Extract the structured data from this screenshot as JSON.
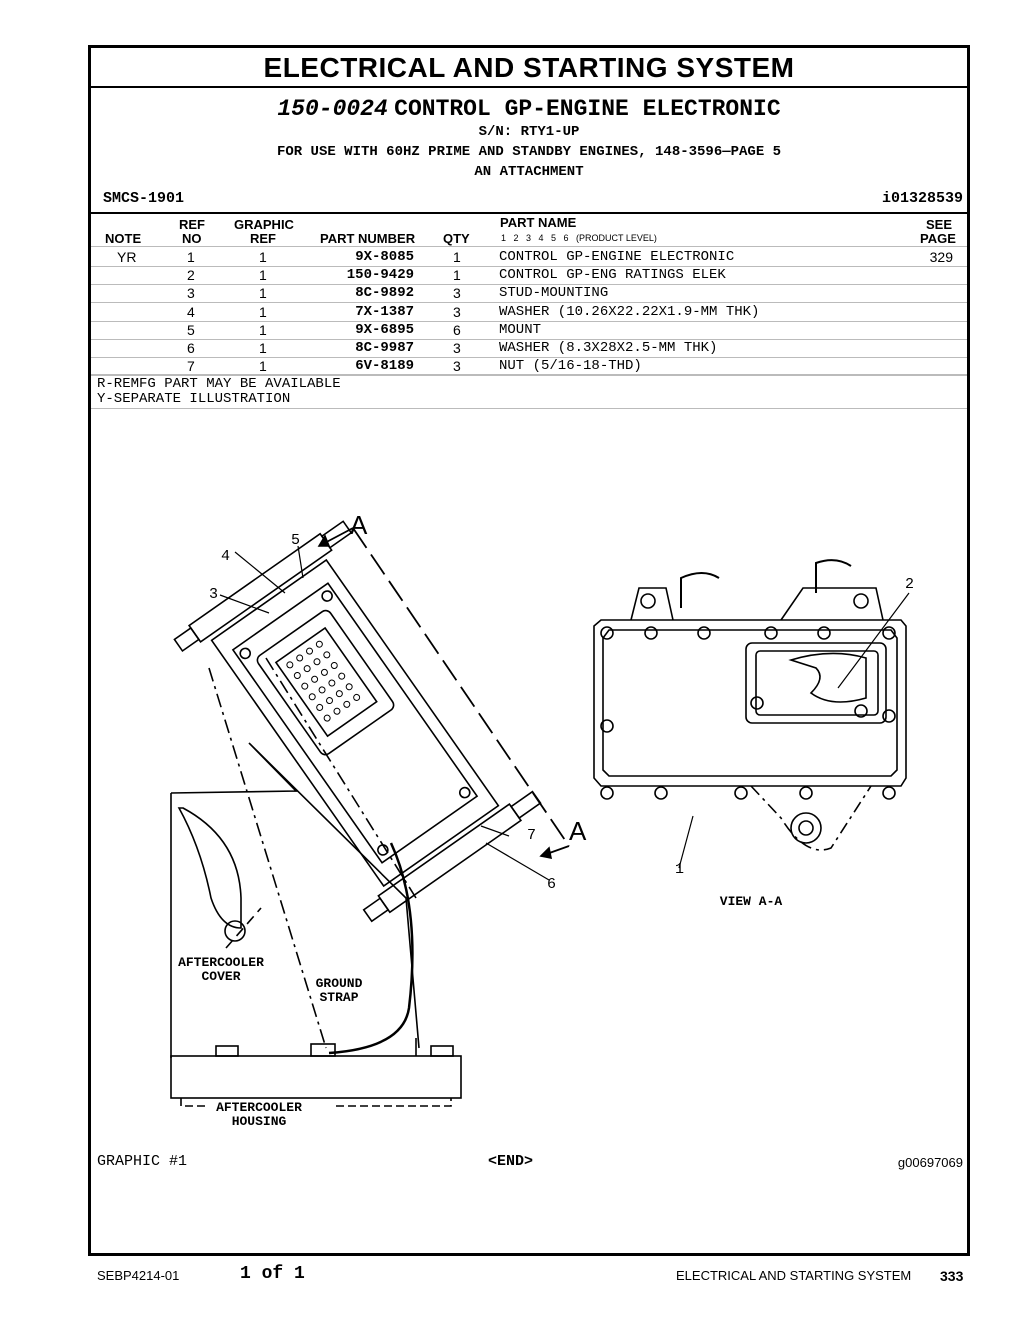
{
  "header": {
    "section_title": "ELECTRICAL AND STARTING SYSTEM",
    "group_number": "150-0024",
    "group_name": "CONTROL GP-ENGINE ELECTRONIC",
    "serial": "S/N: RTY1-UP",
    "usage": "FOR USE WITH 60HZ PRIME AND STANDBY ENGINES, 148-3596—PAGE 5",
    "attachment": "AN ATTACHMENT",
    "smcs": "SMCS-1901",
    "info_id": "i01328539"
  },
  "columns": {
    "note": "NOTE",
    "ref_top": "REF",
    "ref_bottom": "NO",
    "graphic_top": "GRAPHIC",
    "graphic_bottom": "REF",
    "part_number": "PART NUMBER",
    "qty": "QTY",
    "part_name": "PART NAME",
    "levels": "1   2   3   4   5   6   (PRODUCT LEVEL)",
    "see_top": "SEE",
    "see_bottom": "PAGE"
  },
  "parts": [
    {
      "note": "YR",
      "ref": "1",
      "graphic": "1",
      "part_number": "9X-8085",
      "qty": "1",
      "name": "CONTROL GP-ENGINE ELECTRONIC",
      "page": "329"
    },
    {
      "note": "",
      "ref": "2",
      "graphic": "1",
      "part_number": "150-9429",
      "qty": "1",
      "name": "CONTROL GP-ENG RATINGS ELEK",
      "page": ""
    },
    {
      "note": "",
      "ref": "3",
      "graphic": "1",
      "part_number": "8C-9892",
      "qty": "3",
      "name": "STUD-MOUNTING",
      "page": ""
    },
    {
      "note": "",
      "ref": "4",
      "graphic": "1",
      "part_number": "7X-1387",
      "qty": "3",
      "name": "WASHER (10.26X22.22X1.9-MM THK)",
      "page": ""
    },
    {
      "note": "",
      "ref": "5",
      "graphic": "1",
      "part_number": "9X-6895",
      "qty": "6",
      "name": "MOUNT",
      "page": ""
    },
    {
      "note": "",
      "ref": "6",
      "graphic": "1",
      "part_number": "8C-9987",
      "qty": "3",
      "name": "WASHER (8.3X28X2.5-MM THK)",
      "page": ""
    },
    {
      "note": "",
      "ref": "7",
      "graphic": "1",
      "part_number": "6V-8189",
      "qty": "3",
      "name": "NUT (5/16-18-THD)",
      "page": ""
    }
  ],
  "legend": [
    "R-REMFG PART MAY BE AVAILABLE",
    "Y-SEPARATE ILLUSTRATION"
  ],
  "illustration": {
    "callouts": [
      "1",
      "2",
      "3",
      "4",
      "5",
      "6",
      "7"
    ],
    "section_marks": [
      "A",
      "A"
    ],
    "view_label": "VIEW A-A",
    "aftercooler_cover": [
      "AFTERCOOLER",
      "COVER"
    ],
    "ground_strap": [
      "GROUND",
      "STRAP"
    ],
    "aftercooler_housing": [
      "AFTERCOOLER",
      "HOUSING"
    ]
  },
  "graphic_footer": {
    "label": "GRAPHIC #1",
    "end": "<END>",
    "graphic_id": "g00697069"
  },
  "page_footer": {
    "doc_id": "SEBP4214-01",
    "page_of": "1 of 1",
    "section": "ELECTRICAL AND STARTING SYSTEM",
    "page_number": "333"
  }
}
